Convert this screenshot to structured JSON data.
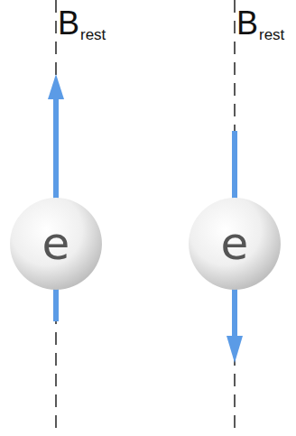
{
  "diagram": {
    "nodes": [
      {
        "text": [
          "e"
        ]
      },
      {
        "text": [
          "e"
        ]
      }
    ],
    "labels": [
      "B",
      "rest",
      "B",
      "rest"
    ]
  }
}
